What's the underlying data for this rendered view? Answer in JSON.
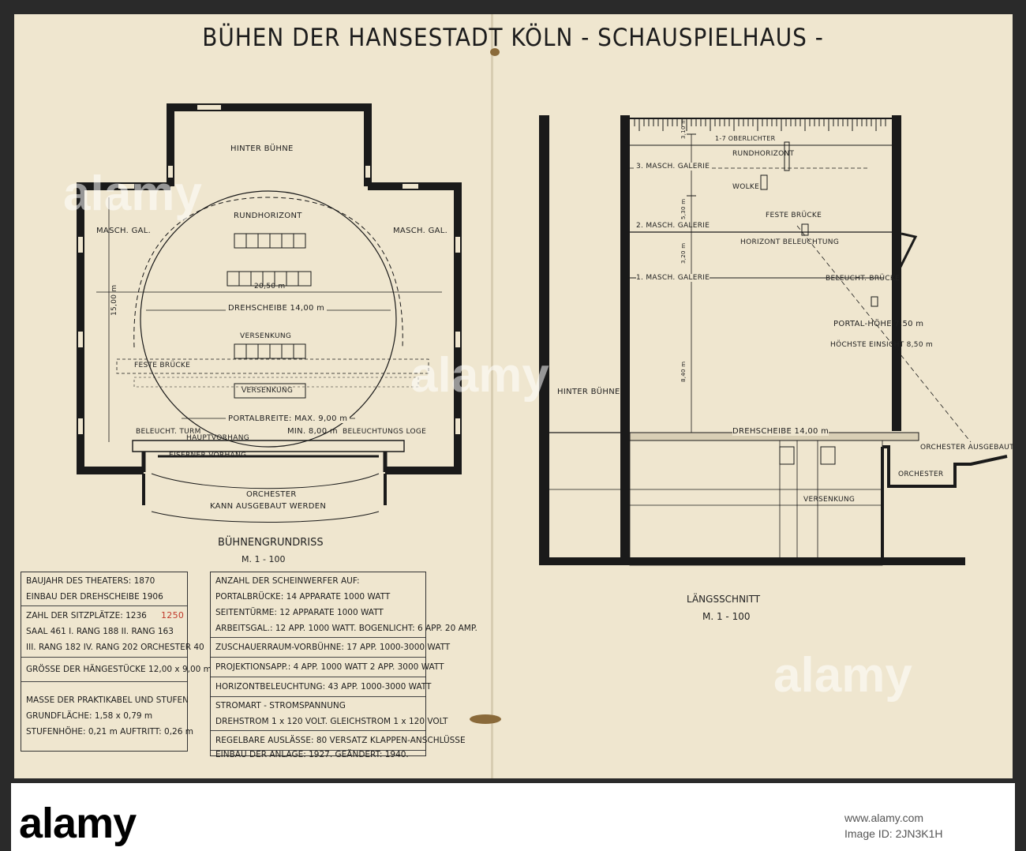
{
  "title": "BÜHEN DER HANSESTADT KÖLN - SCHAUSPIELHAUS -",
  "plan": {
    "caption": "BÜHNENGRUNDRISS",
    "scale": "M. 1 - 100",
    "labels": {
      "hinter": "HINTER BÜHNE",
      "rundhorizont": "RUNDHORIZONT",
      "maschgal_left": "MASCH. GAL.",
      "maschgal_right": "MASCH. GAL.",
      "dim2050": "20,50 m",
      "drehscheibe": "DREHSCHEIBE 14,00 m",
      "dim1500": "15,00 m",
      "versenkung1": "VERSENKUNG",
      "feste": "FESTE BRÜCKE",
      "versenkung2": "VERSENKUNG",
      "portalbreite": "PORTALBREITE: MAX. 9,00 m",
      "min": "MIN. 8,00 m",
      "turm": "BELEUCHT. TURM",
      "hauptvorhang": "HAUPTVORHANG",
      "loge": "BELEUCHTUNGS LOGE",
      "eiserner": "EISERNER VORHANG",
      "orchester": "ORCHESTER",
      "kann": "KANN AUSGEBAUT WERDEN"
    }
  },
  "section": {
    "caption": "LÄNGSSCHNITT",
    "scale": "M. 1 - 100",
    "labels": {
      "oberlichter": "1-7 OBERLICHTER",
      "rundhorizont": "RUNDHORIZONT",
      "gal3": "3. MASCH. GALERIE",
      "wolke": "WOLKE",
      "feste": "FESTE BRÜCKE",
      "gal2": "2. MASCH. GALERIE",
      "horizont": "HORIZONT BELEUCHTUNG",
      "gal1": "1. MASCH. GALERIE",
      "beleucht": "BELEUCHT. BRÜCKE",
      "portalhoehe": "PORTAL-HÖHE 7,50 m",
      "einsicht": "HÖCHSTE EINSICHT 8,50 m",
      "hinter": "HINTER BÜHNE",
      "drehscheibe": "DREHSCHEIBE 14,00 m",
      "orch_ausgebaut": "ORCHESTER AUSGEBAUT",
      "versenkung": "VERSENKUNG",
      "orchester": "ORCHESTER",
      "h1": "3,10 m",
      "h2": "5,30 m",
      "h3": "3,20 m",
      "h4": "8,40 m"
    }
  },
  "table_left": {
    "rows": [
      [
        "BAUJAHR DES THEATERS: 1870",
        "EINBAU DER DREHSCHEIBE 1906"
      ],
      [
        "ZAHL DER SITZPLÄTZE: 1236",
        "SAAL 461 I. RANG 188 II. RANG 163",
        "III. RANG 182 IV. RANG 202 ORCHESTER 40"
      ],
      [
        "GRÖSSE DER HÄNGESTÜCKE 12,00 x 9,00 m"
      ],
      [
        "MASSE DER PRAKTIKABEL UND STUFEN",
        "GRUNDFLÄCHE: 1,58 x 0,79 m",
        "STUFENHÖHE: 0,21 m AUFTRITT: 0,26 m"
      ]
    ],
    "correction": "1250"
  },
  "table_right": {
    "rows": [
      [
        "ANZAHL DER SCHEINWERFER AUF:",
        "PORTALBRÜCKE: 14 APPARATE 1000 WATT",
        "SEITENTÜRME: 12 APPARATE 1000 WATT",
        "ARBEITSGAL.: 12 APP. 1000 WATT. BOGENLICHT: 6 APP. 20 AMP."
      ],
      [
        "ZUSCHAUERRAUM-VORBÜHNE: 17 APP. 1000-3000 WATT"
      ],
      [
        "PROJEKTIONSAPP.: 4 APP. 1000 WATT 2 APP. 3000 WATT"
      ],
      [
        "HORIZONTBELEUCHTUNG: 43 APP. 1000-3000 WATT"
      ],
      [
        "STROMART - STROMSPANNUNG",
        "DREHSTROM 1 x 120 VOLT. GLEICHSTROM 1 x 120 VOLT"
      ],
      [
        "REGELBARE AUSLÄSSE: 80 VERSATZ KLAPPEN-ANSCHLÜSSE"
      ],
      [
        "EINBAU DER ANLAGE: 1927. GEÄNDERT: 1940."
      ]
    ]
  },
  "watermark": "alamy",
  "footer": {
    "logo": "alamy",
    "image_id": "Image ID: 2JN3K1H",
    "url": "www.alamy.com"
  }
}
